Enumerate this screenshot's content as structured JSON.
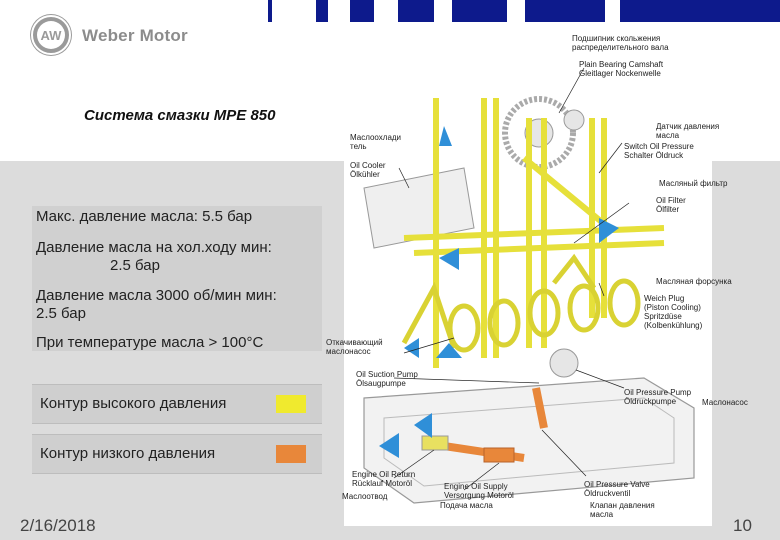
{
  "brand": {
    "name": "Weber Motor",
    "logo_letters": "AW"
  },
  "title": "Система смазки MPE 850",
  "specs": [
    "Макс. давление масла: 5.5 бар",
    "Давление масла на хол.ходу мин:",
    "2.5 бар",
    "Давление масла 3000 об/мин мин:",
    "2.5 бар",
    "При температуре масла > 100°С"
  ],
  "legend": {
    "high": {
      "label": "Контур высокого давления",
      "color": "#f0ea2e"
    },
    "low": {
      "label": "Контур низкого давления",
      "color": "#e8873a"
    }
  },
  "diagram_labels": {
    "cam_ru": "Подшипник скольжения\nраспределительного вала",
    "cam_en": "Plain Bearing Camshaft\nGleitlager Nockenwelle",
    "sensor_ru": "Датчик давления\nмасла",
    "sensor_en": "Switch Oil Pressure\nSchalter Öldruck",
    "cooler_ru": "Маслоохлади\nтель",
    "cooler_en": "Oil Cooler\nÖlkühler",
    "filter_ru": "Масляный фильтр",
    "filter_en": "Oil Filter\nÖlfilter",
    "nozzle_ru": "Масляная форсунка",
    "nozzle_en": "Weich Plug\n(Piston Cooling)\nSpritzdüse\n(Kolbenkühlung)",
    "suction_ru": "Откачивающий\nмаслонасос",
    "suction_en": "Oil Suction Pump\nÖlsaugpumpe",
    "pressure_pump_en": "Oil Pressure Pump\nÖldruckpumpe",
    "pressure_pump_ru": "Маслонасос",
    "return_en": "Engine Oil Return\nRücklauf Motoröl",
    "return_ru": "Маслоотвод",
    "supply_en": "Engine Oil Supply\nVersorgung Motoröl",
    "supply_ru": "Подача масла",
    "valve_en": "Oil Pressure Valve\nÖldruckventil",
    "valve_ru": "Клапан давления\nмасла"
  },
  "footer": {
    "date": "2/16/2018",
    "page": "10"
  }
}
